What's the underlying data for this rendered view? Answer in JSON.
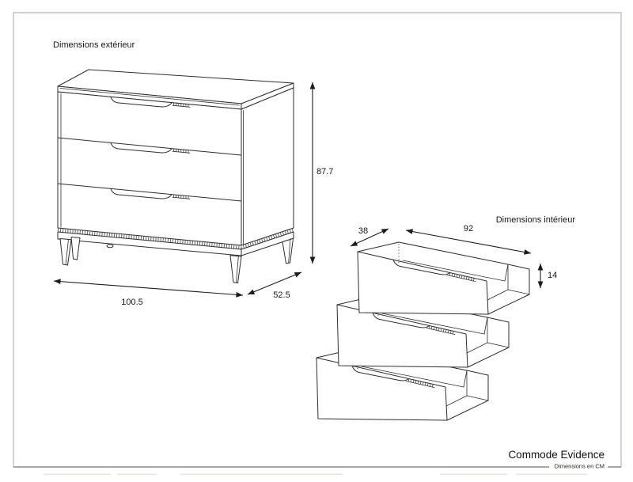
{
  "header": {
    "exterior": "Dimensions extérieur",
    "interior": "Dimensions intérieur"
  },
  "exterior_dims": {
    "height_cm": "87.7",
    "width_cm": "100.5",
    "depth_cm": "52.5"
  },
  "interior_dims": {
    "depth_cm": "38",
    "width_cm": "92",
    "height_cm": "14"
  },
  "title_block": {
    "product_name": "Commode Evidence",
    "units_note": "Dimensions en CM"
  },
  "colors": {
    "line": "#2e2e2e",
    "dimension_line": "#1c1c1c",
    "border": "#b2b2ba",
    "text": "#161616",
    "background": "#ffffff"
  }
}
